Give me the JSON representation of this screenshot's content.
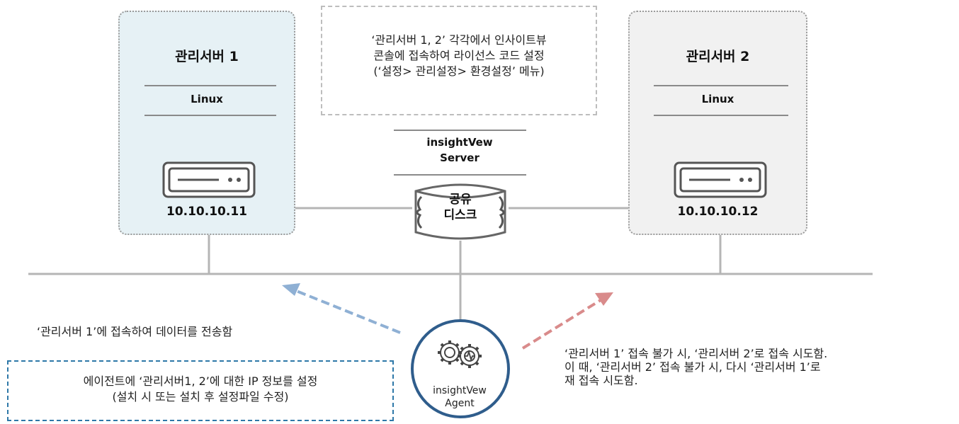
{
  "server1": {
    "title": "관리서버 1",
    "os": "Linux",
    "ip": "10.10.10.11"
  },
  "server2": {
    "title": "관리서버 2",
    "os": "Linux",
    "ip": "10.10.10.12"
  },
  "license_note": {
    "line1": "‘관리서버 1, 2’ 각각에서 인사이트뷰",
    "line2": "콘솔에 접속하여 라이선스 코드 설정",
    "line3": "(‘설정> 관리설정> 환경설정’ 메뉴)"
  },
  "insightview_server": {
    "line1": "insightVew",
    "line2": "Server"
  },
  "shared_disk": {
    "line1": "공유",
    "line2": "디스크"
  },
  "left_caption": "‘관리서버 1’에 접속하여 데이터를 전송함",
  "agent_setting": {
    "line1": "에이전트에 ‘관리서버1, 2’에 대한 IP 정보를 설정",
    "line2": "(설치 시 또는 설치 후 설정파일 수정)"
  },
  "agent": {
    "line1": "insightVew",
    "line2": "Agent"
  },
  "failover_note": {
    "line1": "‘관리서버 1’ 접속 불가 시, ‘관리서버 2’로 접속 시도함.",
    "line2": "이 때, ‘관리서버 2’ 접속 불가 시, 다시 ‘관리서버 1’로",
    "line3": "재 접속 시도함."
  },
  "colors": {
    "server1_bg": "#e6f1f5",
    "server2_bg": "#f1f1f1",
    "network_line": "#b5b5b5",
    "agent_ring": "#2f5d8c",
    "arrow_left": "#8fb0d4",
    "arrow_right": "#d98b8b",
    "setting_border": "#2e78a8"
  },
  "icons": [
    "server-icon",
    "shared-disk-icon",
    "gear-icon"
  ]
}
